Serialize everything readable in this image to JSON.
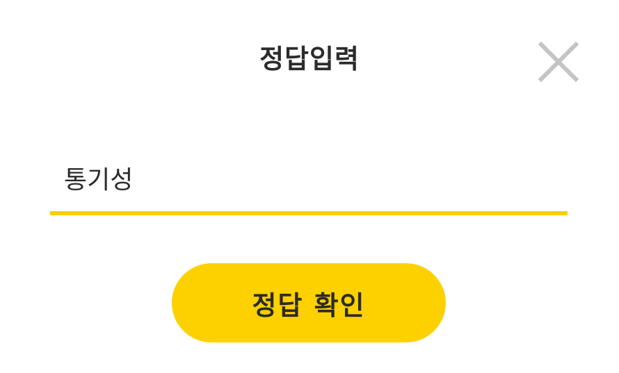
{
  "dialog": {
    "title": "정답입력",
    "close_icon": "close-icon"
  },
  "answer": {
    "value": "통기성"
  },
  "confirm": {
    "label": "정답 확인"
  },
  "colors": {
    "accent": "#fdd100",
    "underline": "#f7cf0b",
    "text": "#2b2b2b",
    "close_icon": "#c4c4c4"
  }
}
